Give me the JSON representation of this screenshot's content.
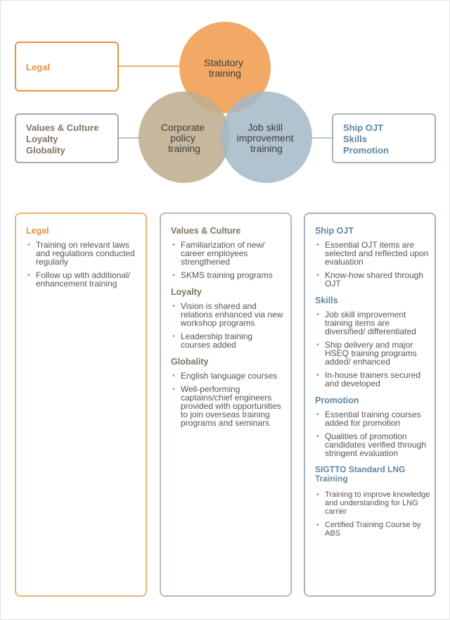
{
  "diagram": {
    "circles": [
      {
        "label": "Statutory training",
        "color": "#f1a965"
      },
      {
        "label": "Corporate policy training",
        "color": "#bfae90"
      },
      {
        "label": "Job skill improvement training",
        "color": "#a3b9c7"
      }
    ],
    "tags": {
      "legal": [
        "Legal"
      ],
      "corporate": [
        "Values & Culture",
        "Loyalty",
        "Globality"
      ],
      "job": [
        "Ship OJT",
        "Skills",
        "Promotion"
      ]
    },
    "colors": {
      "orange": "#e8923d",
      "tan": "#807460",
      "gray_border": "#a9a9a9",
      "blue": "#5f86a4",
      "blue_border": "#a6b5c1"
    }
  },
  "columns": {
    "legal": {
      "sections": [
        {
          "title": "Legal",
          "items": [
            "Training on relevant laws and regulations conducted regularly",
            "Follow up with additional/ enhancement training"
          ]
        }
      ]
    },
    "corporate": {
      "sections": [
        {
          "title": "Values & Culture",
          "items": [
            "Familiarization of new/ career employees strengthened",
            "SKMS training programs"
          ]
        },
        {
          "title": "Loyalty",
          "items": [
            "Vision is shared and relations enhanced via new workshop programs",
            "Leadership training courses added"
          ]
        },
        {
          "title": "Globality",
          "items": [
            "English language courses",
            "Well-performing captains/chief engineers provided with opportunities to join overseas training programs and seminars"
          ]
        }
      ]
    },
    "job": {
      "sections": [
        {
          "title": "Ship OJT",
          "items": [
            "Essential OJT items are selected and reflected upon evaluation",
            "Know-how shared through OJT"
          ]
        },
        {
          "title": "Skills",
          "items": [
            "Job skill improvement training items are diversified/ differentiated",
            "Ship delivery and major HSEQ training programs added/ enhanced",
            "In-house trainers secured and developed"
          ]
        },
        {
          "title": "Promotion",
          "items": [
            "Essential training courses added for promotion",
            "Qualities of promotion candidates verified through stringent evaluation"
          ]
        },
        {
          "title": "SIGTTO Standard LNG Training",
          "items": [
            "Training to improve knowledge and understanding for LNG carrier",
            "Certified Training Course by ABS"
          ]
        }
      ]
    }
  }
}
